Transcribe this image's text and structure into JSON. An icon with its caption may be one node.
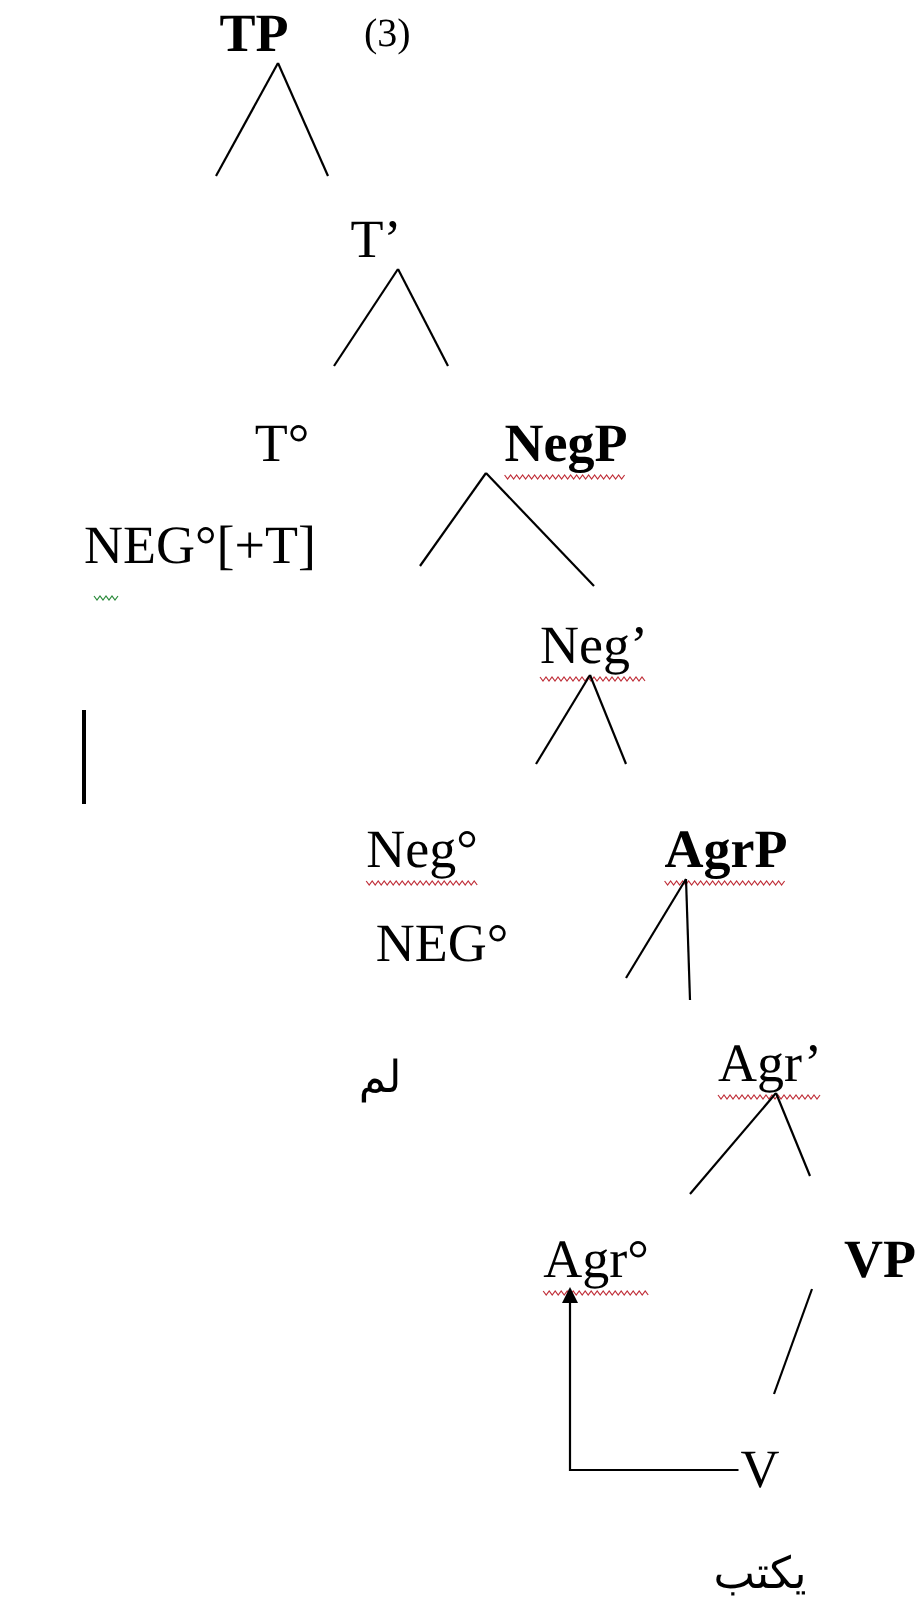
{
  "diagram": {
    "nodes": [
      {
        "text": [
          "TP"
        ],
        "beside": [
          "(3)"
        ]
      },
      {
        "text": [
          "T’"
        ]
      },
      {
        "text": [
          "T°"
        ]
      },
      {
        "text": [
          "NegP"
        ]
      },
      {
        "text": [
          "Neg’"
        ]
      },
      {
        "text": [
          "Neg°"
        ]
      },
      {
        "text": [
          "AgrP"
        ]
      },
      {
        "text": [
          "Agr’"
        ]
      },
      {
        "text": [
          "Agr°"
        ]
      },
      {
        "text": [
          "VP"
        ]
      },
      {
        "text": [
          "V"
        ]
      }
    ],
    "edges": [
      {
        "from": 0,
        "to": 1,
        "arrow": "none"
      },
      {
        "from": 0,
        "to": null,
        "arrow": "none"
      },
      {
        "from": 1,
        "to": 2,
        "arrow": "none"
      },
      {
        "from": 1,
        "to": 3,
        "arrow": "none"
      },
      {
        "from": 3,
        "to": 4,
        "arrow": "none"
      },
      {
        "from": 3,
        "to": null,
        "arrow": "none"
      },
      {
        "from": 4,
        "to": 5,
        "arrow": "none"
      },
      {
        "from": 4,
        "to": 6,
        "arrow": "none"
      },
      {
        "from": 6,
        "to": 7,
        "arrow": "none"
      },
      {
        "from": 6,
        "to": null,
        "arrow": "none"
      },
      {
        "from": 7,
        "to": 8,
        "arrow": "none"
      },
      {
        "from": 7,
        "to": 9,
        "arrow": "none"
      },
      {
        "from": 9,
        "to": 10,
        "arrow": "none"
      },
      {
        "from": 10,
        "to": 8,
        "arrow": "to"
      }
    ],
    "labels": [
      "NEG°[+T]",
      "NEG°",
      "لم",
      "يكتب"
    ]
  }
}
